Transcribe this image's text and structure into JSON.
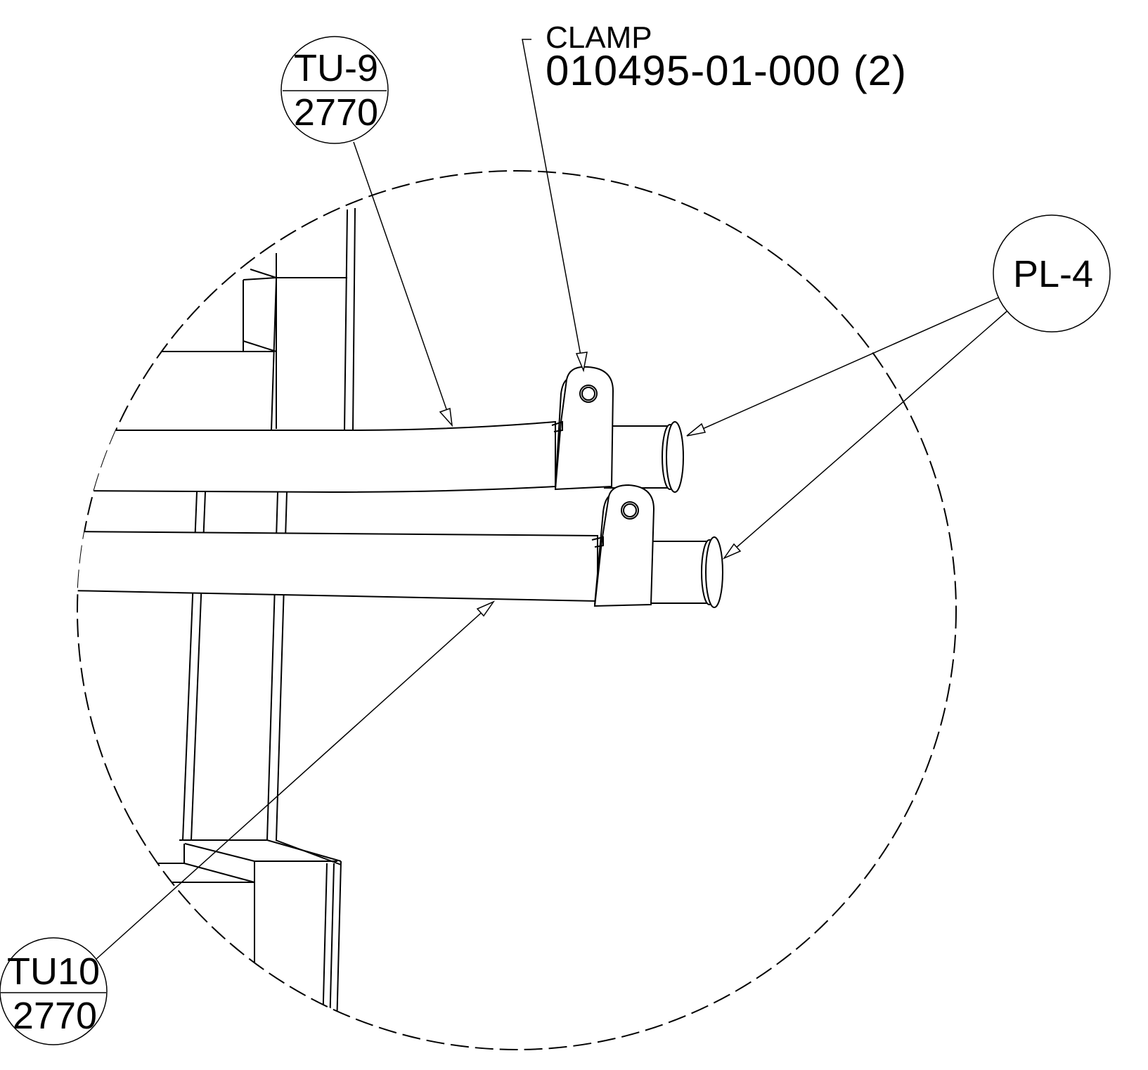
{
  "drawing": {
    "background": "#ffffff",
    "line_color": "#000000",
    "balloons": [
      {
        "id": "tu9",
        "top": "TU-9",
        "bottom": "2770"
      },
      {
        "id": "tu10",
        "top": "TU10",
        "bottom": "2770"
      },
      {
        "id": "pl4",
        "label": "PL-4"
      }
    ],
    "clamp_note": {
      "title": "CLAMP",
      "part_number": "010495-01-000 (2)"
    }
  }
}
